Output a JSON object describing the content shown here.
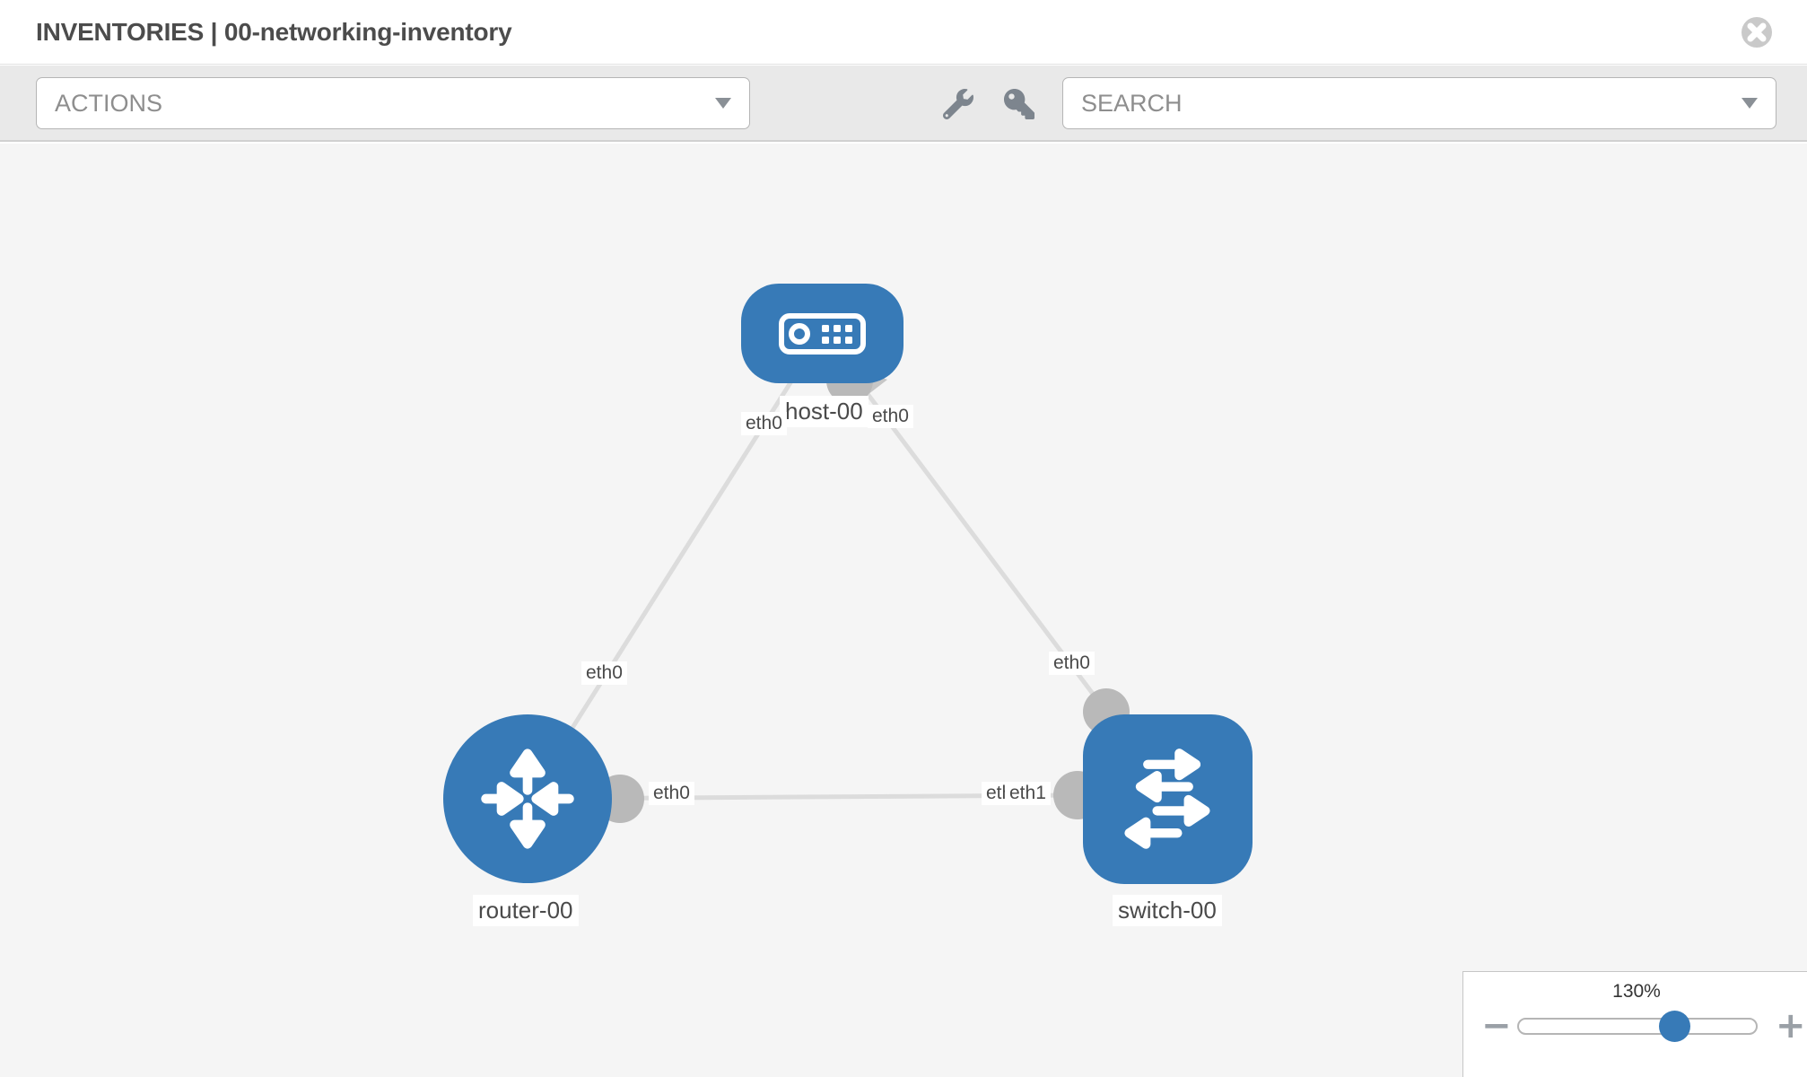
{
  "header": {
    "title": "INVENTORIES | 00-networking-inventory"
  },
  "toolbar": {
    "actions_label": "ACTIONS",
    "search_label": "SEARCH",
    "icons": [
      "wrench-icon",
      "key-icon"
    ]
  },
  "topology": {
    "nodes": {
      "host": {
        "label": "host-00",
        "type": "host"
      },
      "router": {
        "label": "router-00",
        "type": "router"
      },
      "switch": {
        "label": "switch-00",
        "type": "switch"
      }
    },
    "interfaces": {
      "host_left": "eth0",
      "host_right": "eth0",
      "router_top": "eth0",
      "router_right": "eth0",
      "switch_top": "eth0",
      "switch_left_back": "eth0",
      "switch_left_front": "eth1"
    },
    "links": [
      {
        "from": "host-00",
        "from_if": "eth0",
        "to": "router-00",
        "to_if": "eth0"
      },
      {
        "from": "host-00",
        "from_if": "eth0",
        "to": "switch-00",
        "to_if": "eth0"
      },
      {
        "from": "router-00",
        "from_if": "eth0",
        "to": "switch-00",
        "to_if": "eth1"
      }
    ]
  },
  "zoom_control": {
    "level": "130%",
    "minus_label": "−",
    "plus_label": "+"
  },
  "colors": {
    "node_blue": "#377ab7",
    "link_gray": "#dcdcdc",
    "connector_gray": "#b9b9b9",
    "canvas_bg": "#f5f5f5",
    "toolbar_bg": "#e9e9e9"
  }
}
